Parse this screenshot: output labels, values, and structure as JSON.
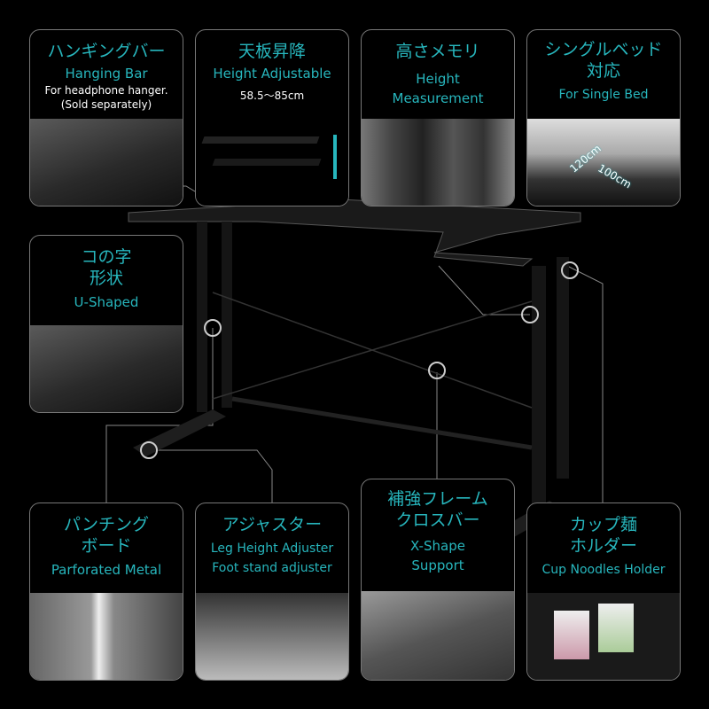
{
  "features": {
    "hanging_bar": {
      "jp": "ハンギングバー",
      "en": "Hanging Bar",
      "note1": "For headphone hanger.",
      "note2": "(Sold separately)"
    },
    "height_adjustable": {
      "jp": "天板昇降",
      "en": "Height Adjustable",
      "range": "58.5～85cm"
    },
    "height_measurement": {
      "jp": "高さメモリ",
      "en1": "Height",
      "en2": "Measurement"
    },
    "single_bed": {
      "jp1": "シングルベッド",
      "jp2": "対応",
      "en": "For Single Bed",
      "dim1": "120cm",
      "dim2": "100cm"
    },
    "u_shaped": {
      "jp1": "コの字",
      "jp2": "形状",
      "en": "U-Shaped"
    },
    "perforated": {
      "jp1": "パンチング",
      "jp2": "ボード",
      "en": "Parforated Metal"
    },
    "adjuster": {
      "jp": "アジャスター",
      "en1": "Leg Height Adjuster",
      "en2": "Foot stand adjuster"
    },
    "crossbar": {
      "jp1": "補強フレーム",
      "jp2": "クロスバー",
      "en1": "X-Shape",
      "en2": "Support"
    },
    "cup_holder": {
      "jp1": "カップ麺",
      "jp2": "ホルダー",
      "en": "Cup Noodles Holder"
    }
  },
  "colors": {
    "accent": "#27b6bd",
    "border": "#777777"
  }
}
